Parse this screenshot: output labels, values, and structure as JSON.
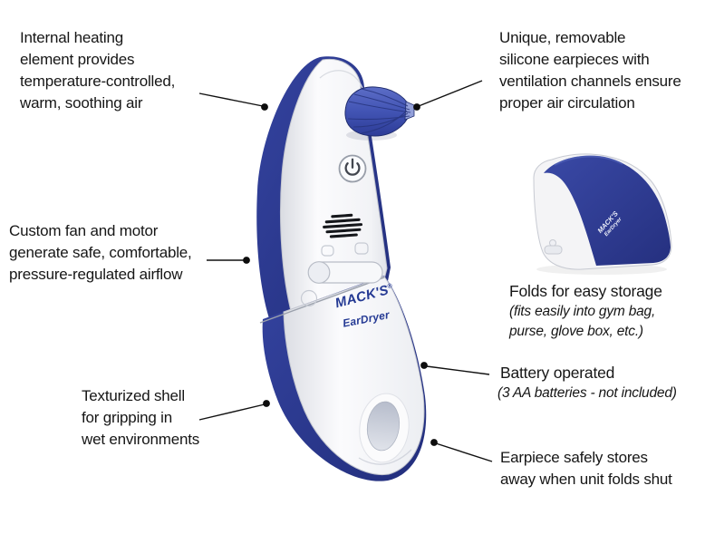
{
  "colors": {
    "deep_blue": "#2b3a94",
    "earpiece_blue": "#4254b4",
    "body_white": "#f5f5f7",
    "logo_blue": "#253a94",
    "callout_text": "#161616",
    "leader_line": "#111111"
  },
  "device": {
    "brand": "MACK'S",
    "registered": "®",
    "product": "EarDryer"
  },
  "callouts": {
    "heating": {
      "lines": [
        "Internal heating",
        "element provides",
        "temperature-controlled,",
        "warm, soothing air"
      ]
    },
    "earpieces": {
      "lines": [
        "Unique, removable",
        "silicone earpieces with",
        "ventilation channels ensure",
        "proper air circulation"
      ]
    },
    "fan": {
      "lines": [
        "Custom fan and motor",
        "generate safe, comfortable,",
        "pressure-regulated airflow"
      ]
    },
    "texture": {
      "lines": [
        "Texturized shell",
        "for gripping in",
        "wet environments"
      ]
    },
    "folds": {
      "title": "Folds for easy storage",
      "notes": [
        "(fits easily into gym bag,",
        "purse, glove box, etc.)"
      ]
    },
    "battery": {
      "title": "Battery operated",
      "notes": [
        "(3 AA batteries - not included)"
      ]
    },
    "stores": {
      "lines": [
        "Earpiece safely stores",
        "away when unit folds shut"
      ]
    }
  }
}
